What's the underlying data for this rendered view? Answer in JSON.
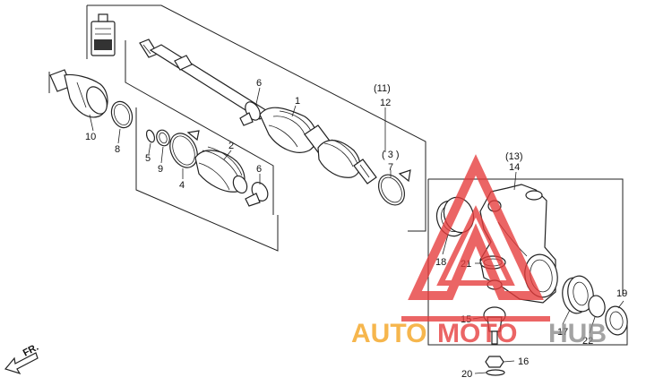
{
  "labels": {
    "l1": "1",
    "l2": "2",
    "l3": "( 3 )",
    "l4": "4",
    "l5": "5",
    "l6a": "6",
    "l6b": "6",
    "l7": "7",
    "l8": "8",
    "l9": "9",
    "l10": "10",
    "l11": "(11)",
    "l12": "12",
    "l13": "(13)",
    "l14": "14",
    "l15": "15",
    "l16": "16",
    "l17": "17",
    "l18": "18",
    "l19": "19",
    "l20": "20",
    "l21": "21",
    "l22": "22"
  },
  "front_marker": {
    "text": "FR."
  },
  "watermark": {
    "word1": "AUTO",
    "word2": "MOTO",
    "word3": "HUB"
  },
  "colors": {
    "watermark_red": "#e63a3a",
    "watermark_orange": "#f4a21c",
    "watermark_grey": "#8a8a8a",
    "ink": "#222222"
  }
}
